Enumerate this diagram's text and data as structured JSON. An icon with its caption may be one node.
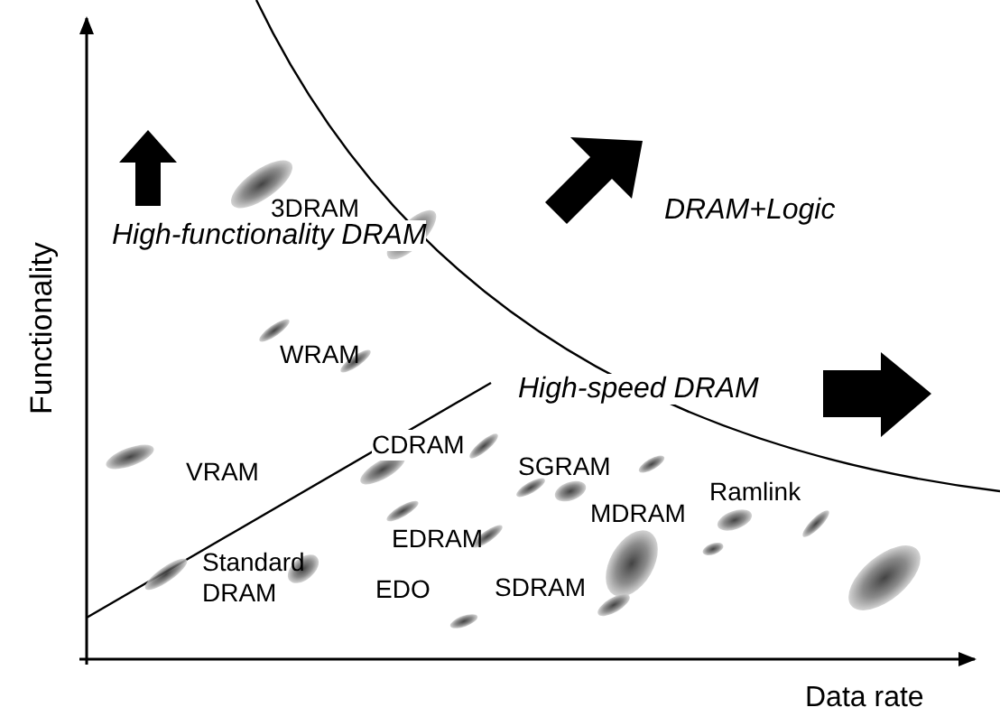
{
  "diagram": {
    "labels": [
      "Functionality",
      "3DRAM",
      "DRAM+Logic",
      "High-functionality DRAM",
      "WRAM",
      "High-speed DRAM",
      "VRAM",
      "CDRAM",
      "SGRAM",
      "Ramlink",
      "MDRAM",
      "Standard DRAM",
      "EDRAM",
      "EDO",
      "SDRAM",
      "Data rate"
    ]
  }
}
